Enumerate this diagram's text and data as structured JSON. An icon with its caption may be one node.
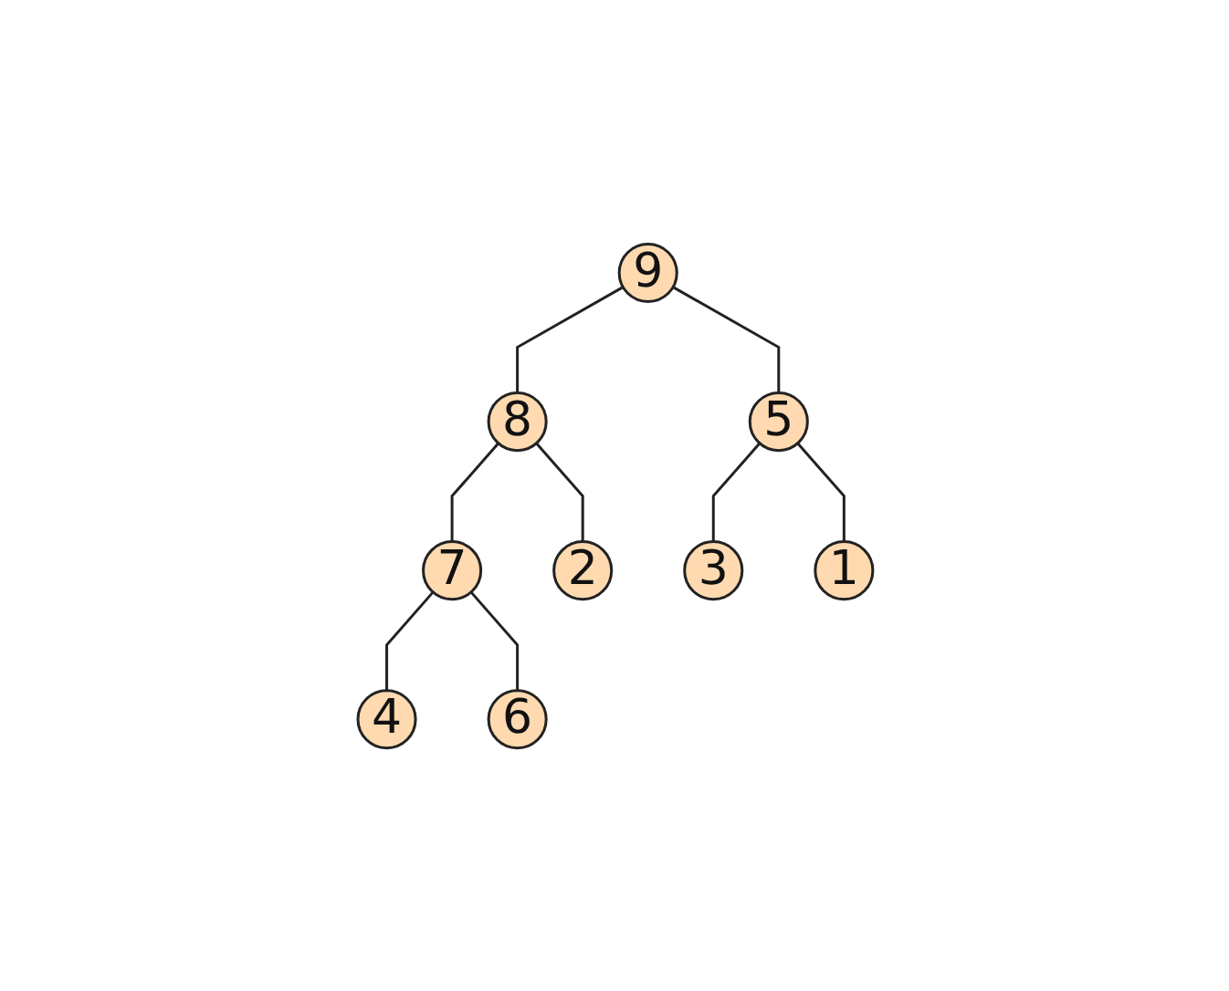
{
  "diagram": {
    "nodes": [
      {
        "text": [
          "9"
        ]
      },
      {
        "text": [
          "8"
        ]
      },
      {
        "text": [
          "5"
        ]
      },
      {
        "text": [
          "7"
        ]
      },
      {
        "text": [
          "2"
        ]
      },
      {
        "text": [
          "3"
        ]
      },
      {
        "text": [
          "1"
        ]
      },
      {
        "text": [
          "4"
        ]
      },
      {
        "text": [
          "6"
        ]
      }
    ],
    "edges": [
      {
        "from": 0,
        "to": 1,
        "arrow": "none"
      },
      {
        "from": 0,
        "to": 2,
        "arrow": "none"
      },
      {
        "from": 1,
        "to": 3,
        "arrow": "none"
      },
      {
        "from": 1,
        "to": 4,
        "arrow": "none"
      },
      {
        "from": 2,
        "to": 5,
        "arrow": "none"
      },
      {
        "from": 2,
        "to": 6,
        "arrow": "none"
      },
      {
        "from": 3,
        "to": 7,
        "arrow": "none"
      },
      {
        "from": 3,
        "to": 8,
        "arrow": "none"
      }
    ]
  }
}
